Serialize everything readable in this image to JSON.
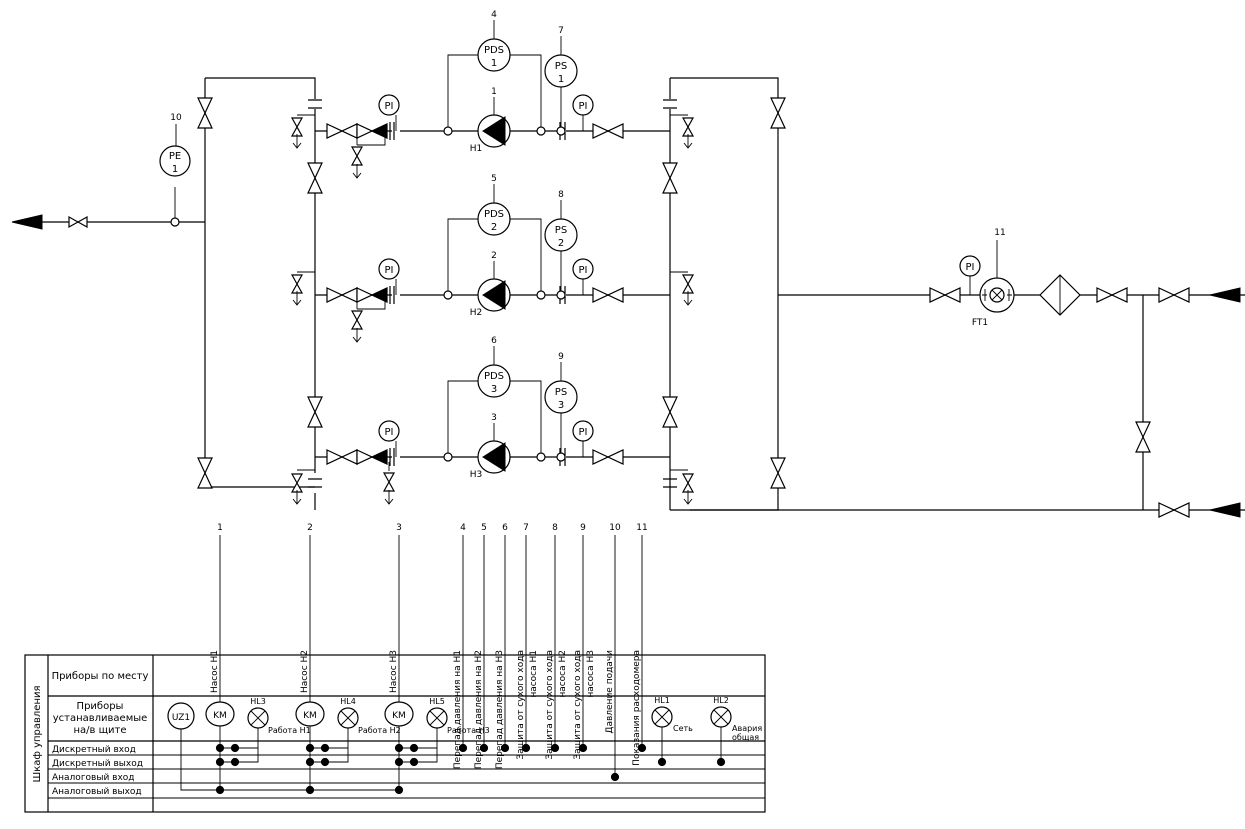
{
  "tags": {
    "pe": {
      "tag": "PE",
      "num": "1",
      "ref": "10"
    },
    "pds": [
      {
        "tag": "PDS",
        "num": "1",
        "ref": "4"
      },
      {
        "tag": "PDS",
        "num": "2",
        "ref": "5"
      },
      {
        "tag": "PDS",
        "num": "3",
        "ref": "6"
      }
    ],
    "ps": [
      {
        "tag": "PS",
        "num": "1",
        "ref": "7"
      },
      {
        "tag": "PS",
        "num": "2",
        "ref": "8"
      },
      {
        "tag": "PS",
        "num": "3",
        "ref": "9"
      }
    ],
    "pumps": [
      {
        "label": "H1",
        "ref": "1"
      },
      {
        "label": "H2",
        "ref": "2"
      },
      {
        "label": "H3",
        "ref": "3"
      }
    ],
    "pi": "PI",
    "flowmeter": {
      "label": "FT1",
      "ref": "11"
    }
  },
  "signals": [
    {
      "num": "1",
      "label": "Насос Н1"
    },
    {
      "num": "2",
      "label": "Насос Н2"
    },
    {
      "num": "3",
      "label": "Насос Н3"
    },
    {
      "num": "4",
      "label": "Перепад давления на Н1"
    },
    {
      "num": "5",
      "label": "Перепад давления на Н2"
    },
    {
      "num": "6",
      "label": "Перепад давления на Н3"
    },
    {
      "num": "7",
      "label": "Защита от сухого хода",
      "label2": "насоса Н1"
    },
    {
      "num": "8",
      "label": "Защита от сухого хода",
      "label2": "насоса Н2"
    },
    {
      "num": "9",
      "label": "Защита от сухого хода",
      "label2": "насоса Н3"
    },
    {
      "num": "10",
      "label": "Давление подачи"
    },
    {
      "num": "11",
      "label": "Показания расходомера"
    }
  ],
  "panel": {
    "title": "Шкаф управления",
    "local_instruments": "Приборы по месту",
    "panel_instruments": [
      "Приборы",
      "устанавливаемые",
      "на/в щите"
    ],
    "rows": [
      "Дискретный вход",
      "Дискретный выход",
      "Аналоговый вход",
      "Аналоговый выход"
    ],
    "uz": "UZ1",
    "km": "KM",
    "lamps": [
      {
        "tag": "HL3",
        "text": "Работа Н1"
      },
      {
        "tag": "HL4",
        "text": "Работа Н2"
      },
      {
        "tag": "HL5",
        "text": "Работа Н3"
      },
      {
        "tag": "HL1",
        "text": "Сеть"
      },
      {
        "tag": "HL2",
        "text": "Авария",
        "text2": "общая"
      }
    ]
  }
}
